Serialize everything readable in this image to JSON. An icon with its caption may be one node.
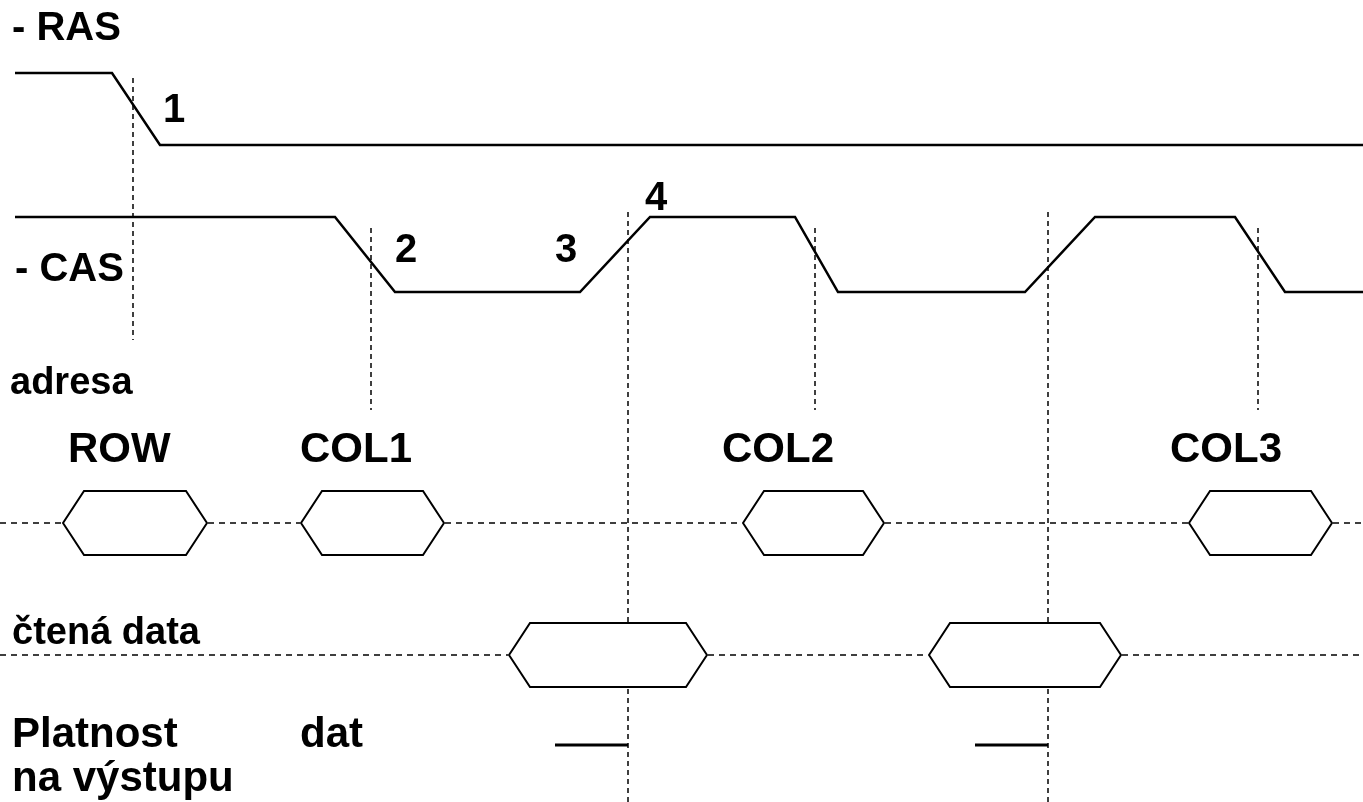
{
  "diagram": {
    "nodes": [
      {
        "text": [],
        "shape": "hexagon",
        "beside": [
          "ROW"
        ]
      },
      {
        "text": [],
        "shape": "hexagon",
        "beside": [
          "COL1"
        ]
      },
      {
        "text": [],
        "shape": "hexagon",
        "beside": [
          "COL2"
        ]
      },
      {
        "text": [],
        "shape": "hexagon",
        "beside": [
          "COL3"
        ]
      },
      {
        "text": [],
        "shape": "hexagon"
      },
      {
        "text": [],
        "shape": "hexagon"
      }
    ],
    "edges": [
      {
        "from": null,
        "to": 0,
        "arrow": "none",
        "style": "dashed"
      },
      {
        "from": 0,
        "to": 1,
        "arrow": "none",
        "style": "dashed"
      },
      {
        "from": 1,
        "to": 2,
        "arrow": "none",
        "style": "dashed"
      },
      {
        "from": 2,
        "to": 3,
        "arrow": "none",
        "style": "dashed"
      },
      {
        "from": 3,
        "to": null,
        "arrow": "none",
        "style": "dashed"
      },
      {
        "from": null,
        "to": 4,
        "arrow": "none",
        "style": "dashed"
      },
      {
        "from": 4,
        "to": 5,
        "arrow": "none",
        "style": "dashed"
      },
      {
        "from": 5,
        "to": null,
        "arrow": "none",
        "style": "dashed"
      }
    ],
    "labels": [
      "- RAS",
      "1",
      "4",
      "2",
      "3",
      "- CAS",
      "adresa",
      "čtená data",
      "Platnost",
      "dat",
      "na výstupu"
    ]
  }
}
